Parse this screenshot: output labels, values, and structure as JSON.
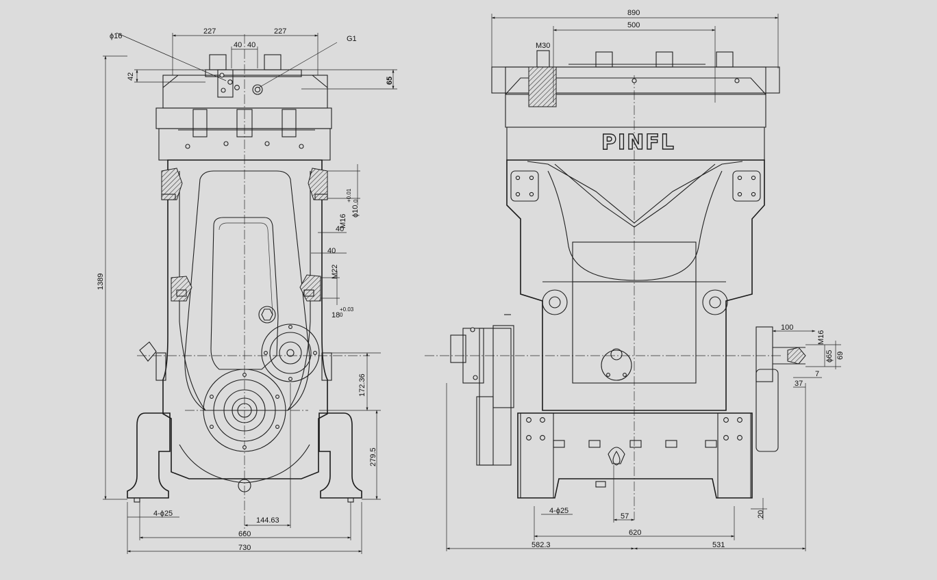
{
  "colors": {
    "background": "#dcdcdc",
    "line": "#1e1e1e"
  },
  "brand_label": "PINFL",
  "front_view": {
    "dims": {
      "bolt_hole": "ϕ16",
      "width_left_227": "227",
      "width_right_227": "227",
      "offset_40_left": "40",
      "offset_40_right": "40",
      "port_thread": "G1",
      "height_42": "42",
      "height_65": "65",
      "total_height": "1389",
      "thread_m16": "M16",
      "bore_10": "ϕ10",
      "bore_10_tol_up": "+0.01",
      "bore_10_tol_low": "0",
      "pin_40": "40",
      "gap_40": "40",
      "thread_m22": "M22",
      "slot_18": "18",
      "slot_18_tol_up": "+0.03",
      "slot_18_tol_low": "0",
      "shaft_height": "172.36",
      "base_height": "279.5",
      "anchor_holes": "4-ϕ25",
      "shaft_offset": "144.63",
      "anchor_pitch": "660",
      "base_width": "730"
    }
  },
  "side_view": {
    "dims": {
      "overall_length": "890",
      "manifold_length": "500",
      "bolt_m30": "M30",
      "shaft_length": "100",
      "shaft_thread": "M16",
      "shaft_dia": "ϕ65",
      "shaft_key": "69",
      "key_width": "7",
      "key_depth": "37",
      "anchor_holes": "4-ϕ25",
      "foot_offset": "57",
      "anchor_pitch": "620",
      "foot_height": "20",
      "left_extent": "582.3",
      "right_extent": "531"
    }
  }
}
